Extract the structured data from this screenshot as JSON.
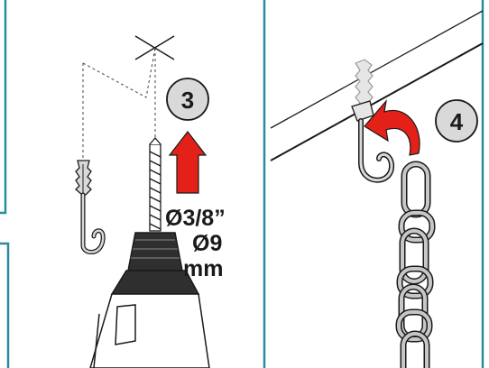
{
  "steps": [
    {
      "number": "3"
    },
    {
      "number": "4"
    }
  ],
  "drill": {
    "size_imperial": "Ø3/8”",
    "size_metric": "Ø9",
    "size_unit": "mm"
  },
  "colors": {
    "frame": "#2a8aa0",
    "arrow": "#e32119",
    "badge_fill": "#d9d9d9",
    "line": "#1a1a1a",
    "metal": "#c7c7c7"
  },
  "icons": [
    "cross-mark-icon",
    "wall-anchor-icon",
    "ceiling-hook-icon",
    "drill-bit-icon",
    "power-drill-icon",
    "up-arrow-icon",
    "curved-arrow-icon",
    "chain-icon"
  ]
}
